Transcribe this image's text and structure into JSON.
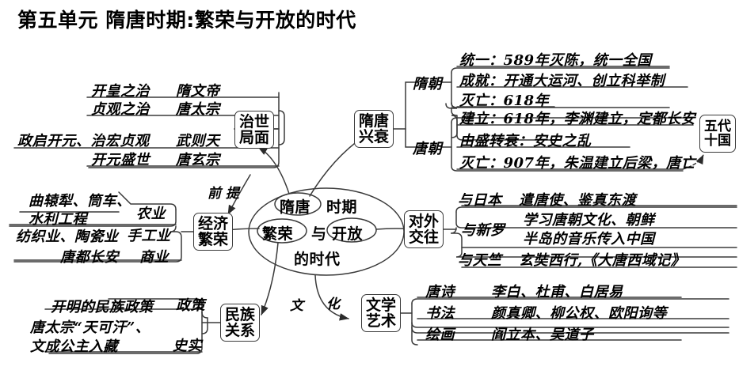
{
  "title": "第五单元  隋唐时期:繁荣与开放的时代",
  "center": {
    "line1_a": "隋唐",
    "line1_b": "时期",
    "line2_a": "繁荣",
    "line2_b": "与",
    "line2_c": "开放",
    "line3": "的时代"
  },
  "connector_labels": {
    "premise": "前 提",
    "culture_a": "文",
    "culture_b": "化"
  },
  "branches": {
    "governance": {
      "node": "治世\n局面",
      "node_l1": "治世",
      "node_l2": "局面",
      "rows": [
        {
          "event": "开皇之治",
          "person": "隋文帝"
        },
        {
          "event": "贞观之治",
          "person": "唐太宗"
        },
        {
          "event": "政启开元、治宏贞观",
          "person": "武则天"
        },
        {
          "event": "开元盛世",
          "person": "唐玄宗"
        }
      ]
    },
    "economy": {
      "node_l1": "经济",
      "node_l2": "繁荣",
      "rows": [
        {
          "category": "农业",
          "detail": "曲辕犁、筒车、\n水利工程",
          "detail_l1": "曲辕犁、筒车、",
          "detail_l2": "水利工程"
        },
        {
          "category": "手工业",
          "detail": "纺织业、陶瓷业",
          "detail_l1": "纺织业、陶瓷业",
          "detail_l2": ""
        },
        {
          "category": "商业",
          "detail": "唐都长安",
          "detail_l1": "唐都长安",
          "detail_l2": ""
        }
      ]
    },
    "ethnic": {
      "node_l1": "民族",
      "node_l2": "关系",
      "rows": [
        {
          "category": "政策",
          "detail_l1": "开明的民族政策",
          "detail_l2": ""
        },
        {
          "category": "史实",
          "detail_l1": "唐太宗“天可汗”、",
          "detail_l2": "文成公主入藏"
        }
      ]
    },
    "rise_fall": {
      "node_l1": "隋唐",
      "node_l2": "兴衰",
      "sui": {
        "label": "隋朝",
        "rows": [
          "统一：589年灭陈，统一全国",
          "成就：开通大运河、创立科举制",
          "灭亡：618年"
        ]
      },
      "tang": {
        "label": "唐朝",
        "rows": [
          "建立：618年，李渊建立，定都长安",
          "由盛转衰：安史之乱",
          "灭亡：907年，朱温建立后梁，唐亡"
        ]
      },
      "after": {
        "l1": "五代",
        "l2": "十国"
      }
    },
    "foreign": {
      "node_l1": "对外",
      "node_l2": "交往",
      "rows": [
        {
          "category": "与日本",
          "detail_l1": "遣唐使、鉴真东渡",
          "detail_l2": ""
        },
        {
          "category": "与新罗",
          "detail_l1": "学习唐朝文化、朝鲜",
          "detail_l2": "半岛的音乐传入中国"
        },
        {
          "category": "与天竺",
          "detail_l1": "玄奘西行,《大唐西域记》",
          "detail_l2": ""
        }
      ]
    },
    "arts": {
      "node_l1": "文学",
      "node_l2": "艺术",
      "rows": [
        {
          "category": "唐诗",
          "detail": "李白、杜甫、白居易"
        },
        {
          "category": "书法",
          "detail": "颜真卿、柳公权、欧阳询等"
        },
        {
          "category": "绘画",
          "detail": "阎立本、吴道子"
        }
      ]
    }
  },
  "colors": {
    "ink": "#1a1a1a",
    "stroke": "#3a3a3a",
    "bg": "#ffffff"
  }
}
